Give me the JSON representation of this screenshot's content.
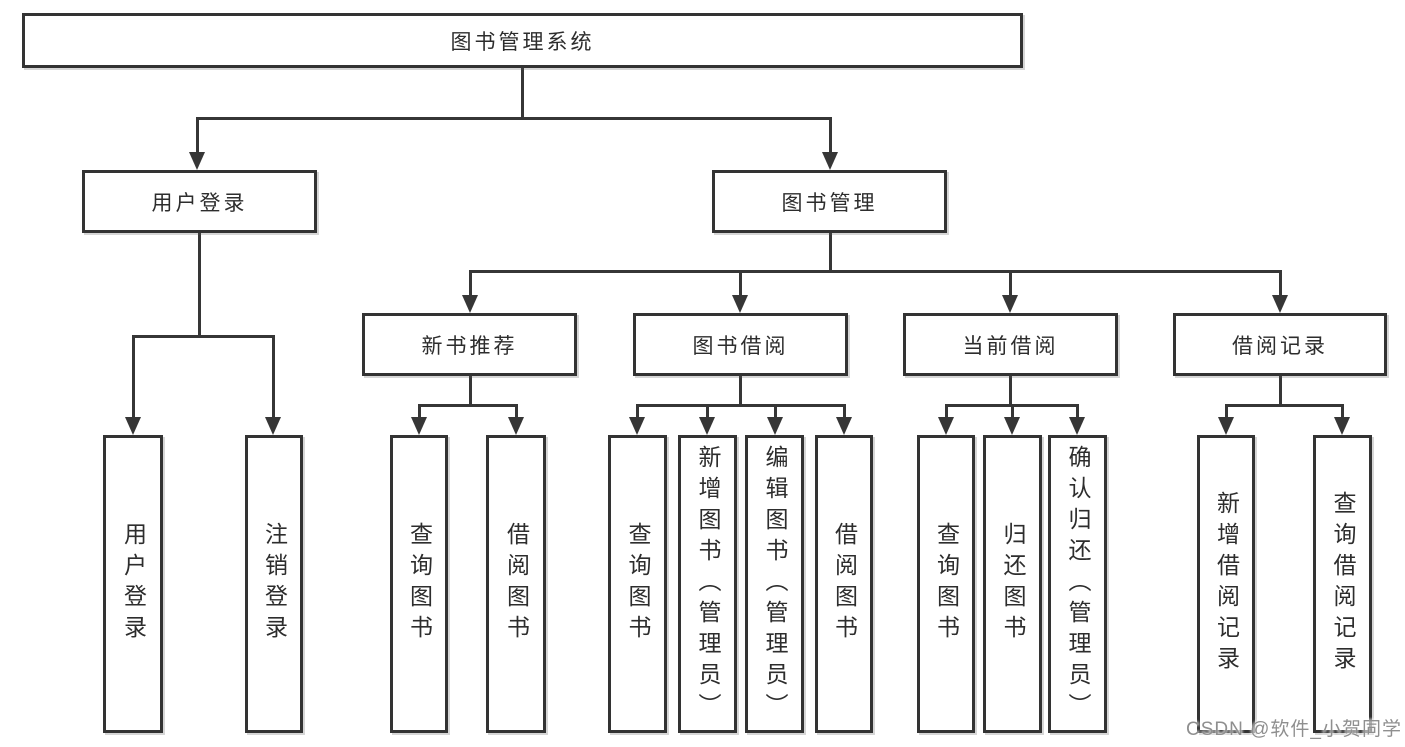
{
  "diagram": {
    "title": "图书管理系统",
    "branches": {
      "user": {
        "label": "用户登录",
        "children": {
          "login": "用户登录",
          "logout": "注销登录"
        }
      },
      "books": {
        "label": "图书管理",
        "sections": {
          "recommend": {
            "label": "新书推荐",
            "children": {
              "query": "查询图书",
              "borrow": "借阅图书"
            }
          },
          "borrowing": {
            "label": "图书借阅",
            "children": {
              "query": "查询图书",
              "add": "新增图书（管理员）",
              "edit": "编辑图书（管理员）",
              "borrow": "借阅图书"
            }
          },
          "current": {
            "label": "当前借阅",
            "children": {
              "query": "查询图书",
              "return": "归还图书",
              "confirm": "确认归还（管理员）"
            }
          },
          "records": {
            "label": "借阅记录",
            "children": {
              "add": "新增借阅记录",
              "query": "查询借阅记录"
            }
          }
        }
      }
    }
  },
  "watermark": {
    "text": "CSDN @软件_小贺同学"
  },
  "colors": {
    "line": "#363636",
    "box_border": "#333333",
    "text": "#2d2d2d",
    "watermark": "#8f8f8f",
    "background": "#ffffff"
  }
}
